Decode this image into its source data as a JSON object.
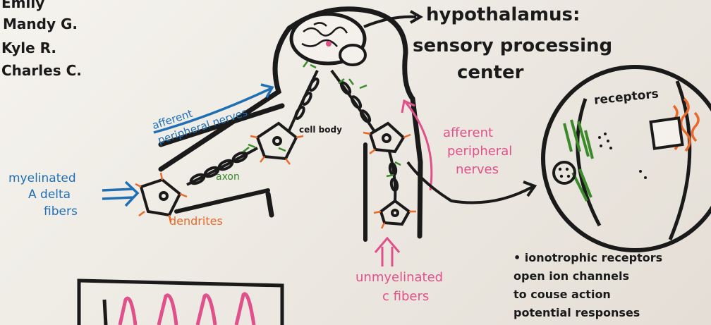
{
  "names": [
    "Emily",
    "Mandy G.",
    "Kyle R.",
    "Charles C."
  ],
  "labels": {
    "hypothalamus": "hypothalamus:",
    "sensory_processing": "sensory processing",
    "center": "center",
    "afferent_blue_1": "afferent",
    "afferent_blue_2": "peripheral nerves",
    "cell_body": "cell body",
    "axon": "axon",
    "dendrites": "dendrites",
    "myelinated_1": "myelinated",
    "myelinated_2": "A delta",
    "myelinated_3": "fibers",
    "afferent_pink_1": "afferent",
    "afferent_pink_2": "peripheral",
    "afferent_pink_3": "nerves",
    "unmyelinated_1": "unmyelinated",
    "unmyelinated_2": "c fibers",
    "receptors": "receptors",
    "note_1": "• ionotrophic receptors",
    "note_2": "open ion channels",
    "note_3": "to couse action",
    "note_4": "potential responses"
  },
  "colors": {
    "ink": "#1a1a1a",
    "blue": "#1f6fb5",
    "pink": "#e0508a",
    "orange": "#e8692b",
    "green": "#3a8a2a"
  }
}
